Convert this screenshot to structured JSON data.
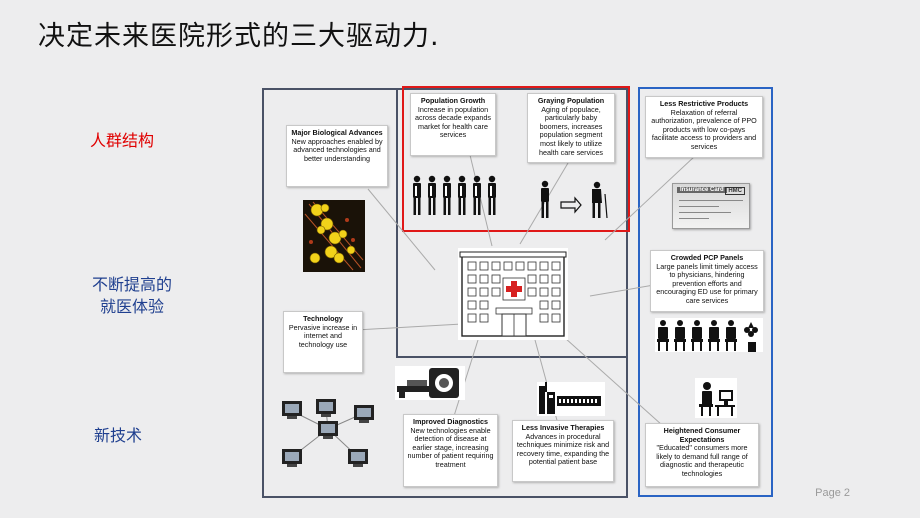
{
  "title": "决定未来医院形式的三大驱动力.",
  "side_labels": {
    "population": "人群结构",
    "care_line1": "不断提高的",
    "care_line2": "就医体验",
    "tech": "新技术"
  },
  "callouts": {
    "bio": {
      "title": "Major Biological Advances",
      "body": "New approaches enabled by advanced technologies and better understanding"
    },
    "pop_growth": {
      "title": "Population Growth",
      "body": "Increase in population across decade expands market for health care services"
    },
    "graying": {
      "title": "Graying Population",
      "body": "Aging of populace, particularly baby boomers, increases population segment most likely to utilize health care services"
    },
    "less_restrictive": {
      "title": "Less Restrictive Products",
      "body": "Relaxation of referral authorization, prevalence of PPO products with low co-pays facilitate access to providers and services"
    },
    "crowded_pcp": {
      "title": "Crowded PCP Panels",
      "body": "Large panels limit timely access to physicians, hindering prevention efforts and encouraging ED use for primary care services"
    },
    "technology": {
      "title": "Technology",
      "body": "Pervasive increase in internet and technology use"
    },
    "diagnostics": {
      "title": "Improved Diagnostics",
      "body": "New technologies enable detection of disease at earlier stage, increasing number of patient requiring treatment"
    },
    "invasive": {
      "title": "Less Invasive Therapies",
      "body": "Advances in procedural techniques minimize risk and recovery time, expanding the potential patient base"
    },
    "consumer": {
      "title": "Heightened Consumer Expectations",
      "body": "\"Educated\" consumers more likely to demand full range of diagnostic and therapeutic technologies"
    }
  },
  "insurance_card_label": "Insurance Card",
  "insurance_card_code": "HMC",
  "page_number": "Page 2",
  "colors": {
    "background": "#ededee",
    "population_label": "#e00000",
    "care_label": "#1f3f8f",
    "tech_label": "#1f3f8f",
    "frame_dark": "#4a5266",
    "frame_red": "#e01818",
    "frame_blue": "#2a64c4"
  }
}
